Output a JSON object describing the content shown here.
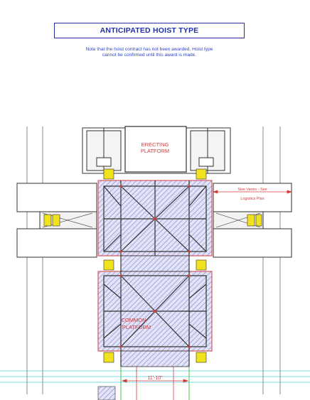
{
  "header": {
    "title": "ANTICIPATED HOIST TYPE",
    "note_line1": "Note that the hoist contract has not been awarded.  Hoist type",
    "note_line2": "cannot be confirmed until this award is made."
  },
  "drawing": {
    "erecting_label_1": "ERECTING",
    "erecting_label_2": "PLATFORM",
    "common_label_1": "COMMON",
    "common_label_2": "PLATFORM",
    "size_note_1": "Size Varies - See",
    "size_note_2": "Logistics Plan",
    "dimension": "11'-10\"",
    "colors": {
      "line": "#303030",
      "hatch": "#8a8ad8",
      "red": "#d63a3a",
      "yellow": "#f2e21e",
      "cyan": "#4ec8e8",
      "green": "#4cc24c",
      "fill": "#e3e3f6"
    }
  }
}
